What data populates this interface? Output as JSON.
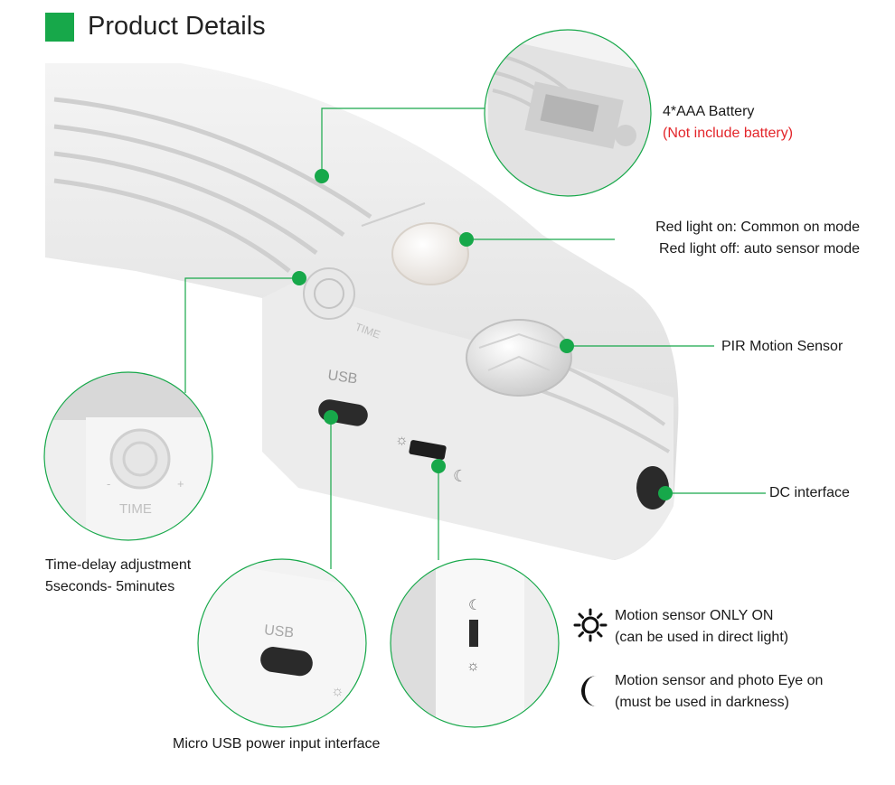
{
  "header": {
    "title": "Product Details"
  },
  "colors": {
    "accent": "#17a84a",
    "warning": "#e3262b"
  },
  "callouts": {
    "battery": {
      "line1": "4*AAA Battery",
      "line2": "(Not include battery)"
    },
    "red_light": {
      "line1": "Red light on: Common on mode",
      "line2": "Red light off: auto sensor mode"
    },
    "pir": {
      "label": "PIR Motion Sensor"
    },
    "dc": {
      "label": "DC interface"
    },
    "time": {
      "line1": "Time-delay adjustment",
      "line2": "5seconds- 5minutes"
    },
    "usb": {
      "label": "Micro USB power input interface"
    }
  },
  "device": {
    "usb_text": "USB",
    "time_text": "TIME",
    "plus_text": "+",
    "minus_text": "-"
  },
  "legend": [
    {
      "icon": "sun-icon",
      "line1": "Motion sensor ONLY ON",
      "line2": "(can be used in direct light)"
    },
    {
      "icon": "moon-icon",
      "line1": "Motion sensor and photo Eye on",
      "line2": "(must be used in darkness)"
    }
  ]
}
